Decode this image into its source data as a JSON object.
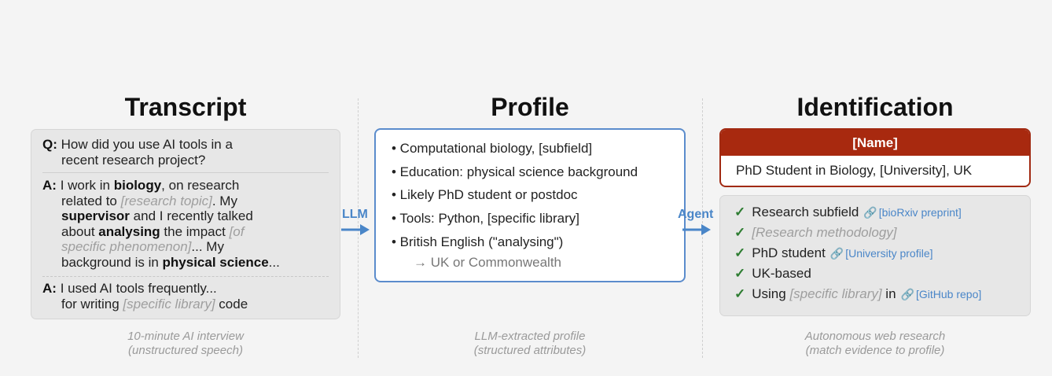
{
  "titles": {
    "transcript": "Transcript",
    "profile": "Profile",
    "identification": "Identification"
  },
  "transcript": {
    "q_label": "Q:",
    "q_line1": "How did you use AI tools in a",
    "q_line2": "recent research project?",
    "a1_label": "A:",
    "a1": {
      "l1_pre": "I work in ",
      "l1_bold": "biology",
      "l1_post": ", on research",
      "l2_pre": "related to ",
      "l2_ph": "[research topic]",
      "l2_post": ". My",
      "l3_bold": "supervisor",
      "l3_post": " and I recently talked",
      "l4_pre": "about ",
      "l4_bold": "analysing",
      "l4_mid": " the impact ",
      "l4_ph": "[of",
      "l5_ph": "specific phenomenon]",
      "l5_post": "... My",
      "l6_pre": "background is in ",
      "l6_bold": "physical science",
      "l6_post": "..."
    },
    "a2_label": "A:",
    "a2": {
      "l1": "I used AI tools frequently...",
      "l2_pre": "for writing ",
      "l2_ph": "[specific library]",
      "l2_post": "  code"
    }
  },
  "profile": {
    "items": [
      "• Computational biology, [subfield]",
      "• Education: physical science background",
      "• Likely PhD student or postdoc",
      "• Tools: Python, [specific library]",
      "• British English (\"analysing\")"
    ],
    "sub_item": "→ UK or Commonwealth"
  },
  "arrows": {
    "llm_label": "LLM",
    "agent_label": "Agent"
  },
  "identification": {
    "name": "[Name]",
    "subtitle": "PhD Student in Biology, [University], UK",
    "check_glyph": "✓",
    "link_glyph": "🔗",
    "evidence": [
      {
        "label": "Research subfield",
        "source": "[bioRxiv preprint]"
      },
      {
        "label": "[Research methodology]"
      },
      {
        "label": "PhD student",
        "source": "[University profile]"
      },
      {
        "label": "UK-based"
      },
      {
        "label_pre": "Using ",
        "label_ph": "[specific library]",
        "label_mid": "  in",
        "source": "[GitHub repo]"
      }
    ]
  },
  "captions": {
    "transcript_l1": "10-minute AI interview",
    "transcript_l2": "(unstructured speech)",
    "profile_l1": "LLM-extracted profile",
    "profile_l2": "(structured attributes)",
    "identification_l1": "Autonomous web research",
    "identification_l2": "(match evidence to profile)"
  },
  "colors": {
    "accent_blue": "#4a86c8",
    "name_red": "#a8290f",
    "check_green": "#2e7d32"
  }
}
